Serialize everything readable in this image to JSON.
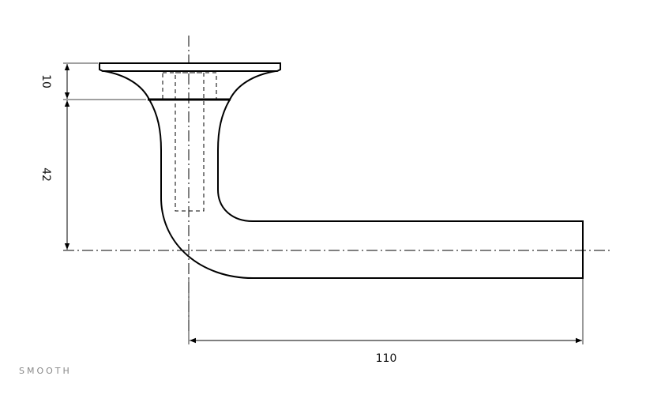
{
  "drawing": {
    "dimensions": {
      "rosette_height": "10",
      "handle_height": "42",
      "handle_length": "110"
    },
    "brand_label": "SMOOTH"
  }
}
